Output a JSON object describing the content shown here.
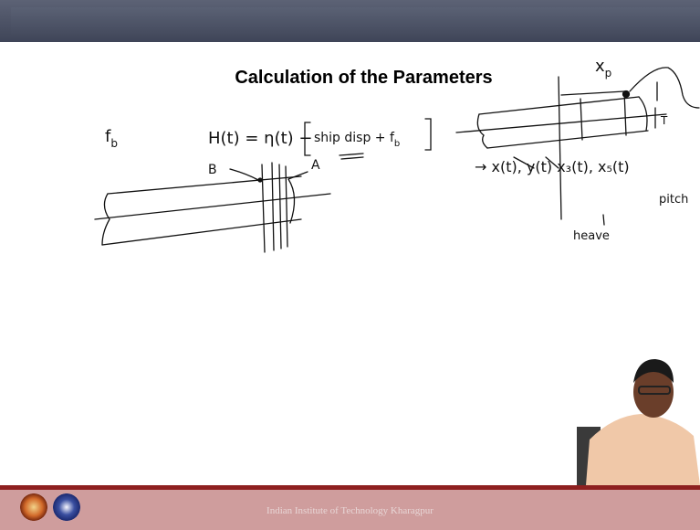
{
  "slide": {
    "title": "Calculation of the Parameters",
    "handwriting": {
      "f_b": "f",
      "f_b_sub": "b",
      "equation": "H(t)  =  η(t) −",
      "bracket_content": "ship disp + f",
      "bracket_sub": "b",
      "label_B": "B",
      "label_A": "A",
      "label_xp": "x",
      "label_xp_sub": "p",
      "label_T": "T",
      "motion_list": "→ x(t),  y(t)  x₃(t),  x₅(t)",
      "label_heave": "heave",
      "label_pitch": "pitch"
    }
  },
  "footer": {
    "institute": "Indian Institute of Technology Kharagpur"
  },
  "colors": {
    "top_bar": "#4b5164",
    "footer_band": "#cf9d9d",
    "footer_line": "#8e2020"
  }
}
